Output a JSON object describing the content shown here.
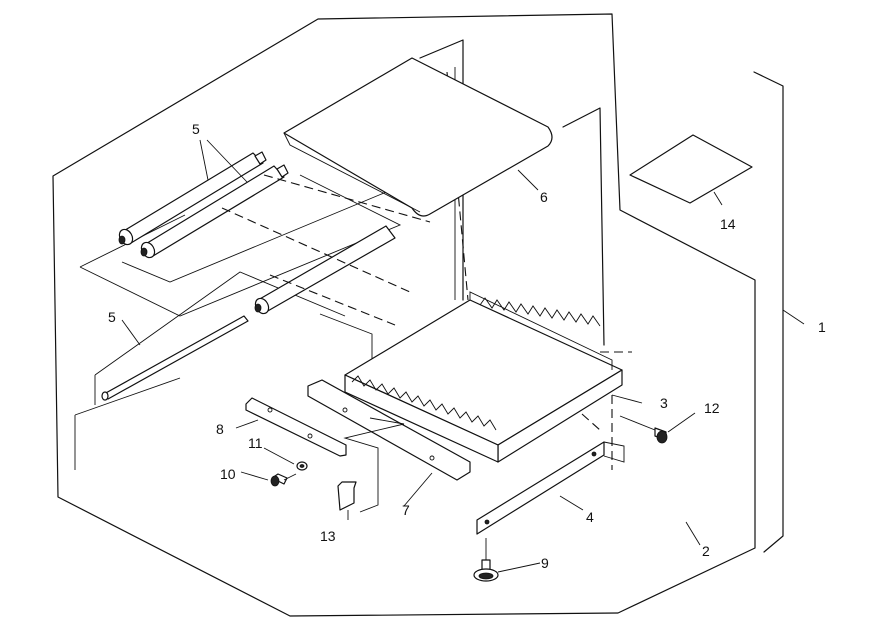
{
  "callouts": {
    "c1": "1",
    "c2": "2",
    "c3": "3",
    "c4": "4",
    "c5a": "5",
    "c5b": "5",
    "c6": "6",
    "c7": "7",
    "c8": "8",
    "c9": "9",
    "c10": "10",
    "c11": "11",
    "c12": "12",
    "c13": "13",
    "c14": "14"
  }
}
